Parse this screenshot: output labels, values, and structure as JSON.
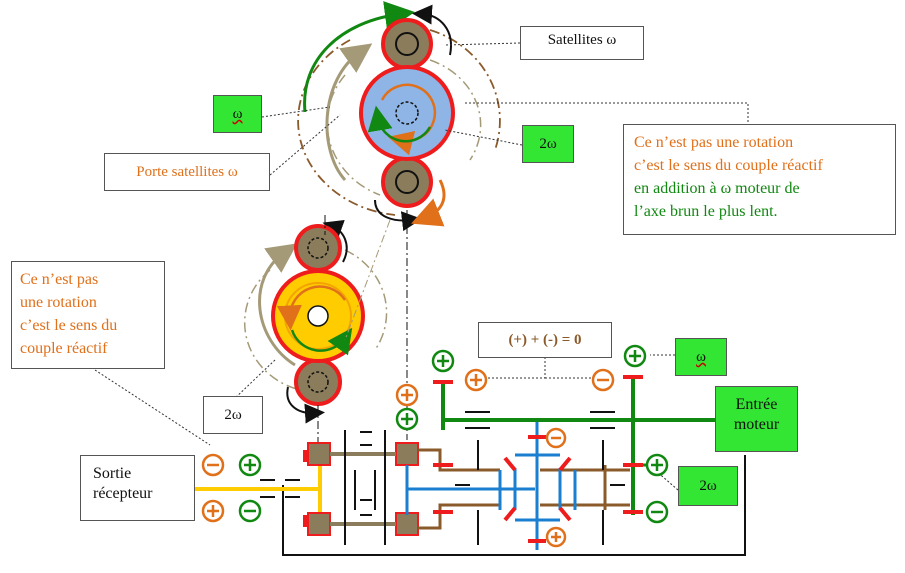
{
  "labels": {
    "satellites": "Satellites ω",
    "omega_top": "ω",
    "two_omega_top": "2ω",
    "porte_satellites": "Porte satellites ω",
    "note_right": [
      "Ce n’est pas une rotation",
      "c’est le sens du couple réactif",
      "en addition à ω moteur de",
      "l’axe brun le plus lent."
    ],
    "note_left": [
      "Ce n’est pas",
      "une rotation",
      "c’est le sens du",
      "couple réactif"
    ],
    "two_omega_left": "2ω",
    "equation": "(+) + (-) = 0",
    "omega_right": "ω",
    "entree_moteur": [
      "Entrée",
      "moteur"
    ],
    "two_omega_right": "2ω",
    "sortie_recepteur": [
      "Sortie",
      "récepteur"
    ]
  },
  "colors": {
    "red": "#ee1c1c",
    "brown": "#8b5a2b",
    "olive": "#8b7d5b",
    "orange": "#e0701a",
    "green": "#118811",
    "blue": "#1a7fd0",
    "blue_fill": "#8fb4e6",
    "yellow": "#ffcc00",
    "label_green": "#33e633"
  }
}
